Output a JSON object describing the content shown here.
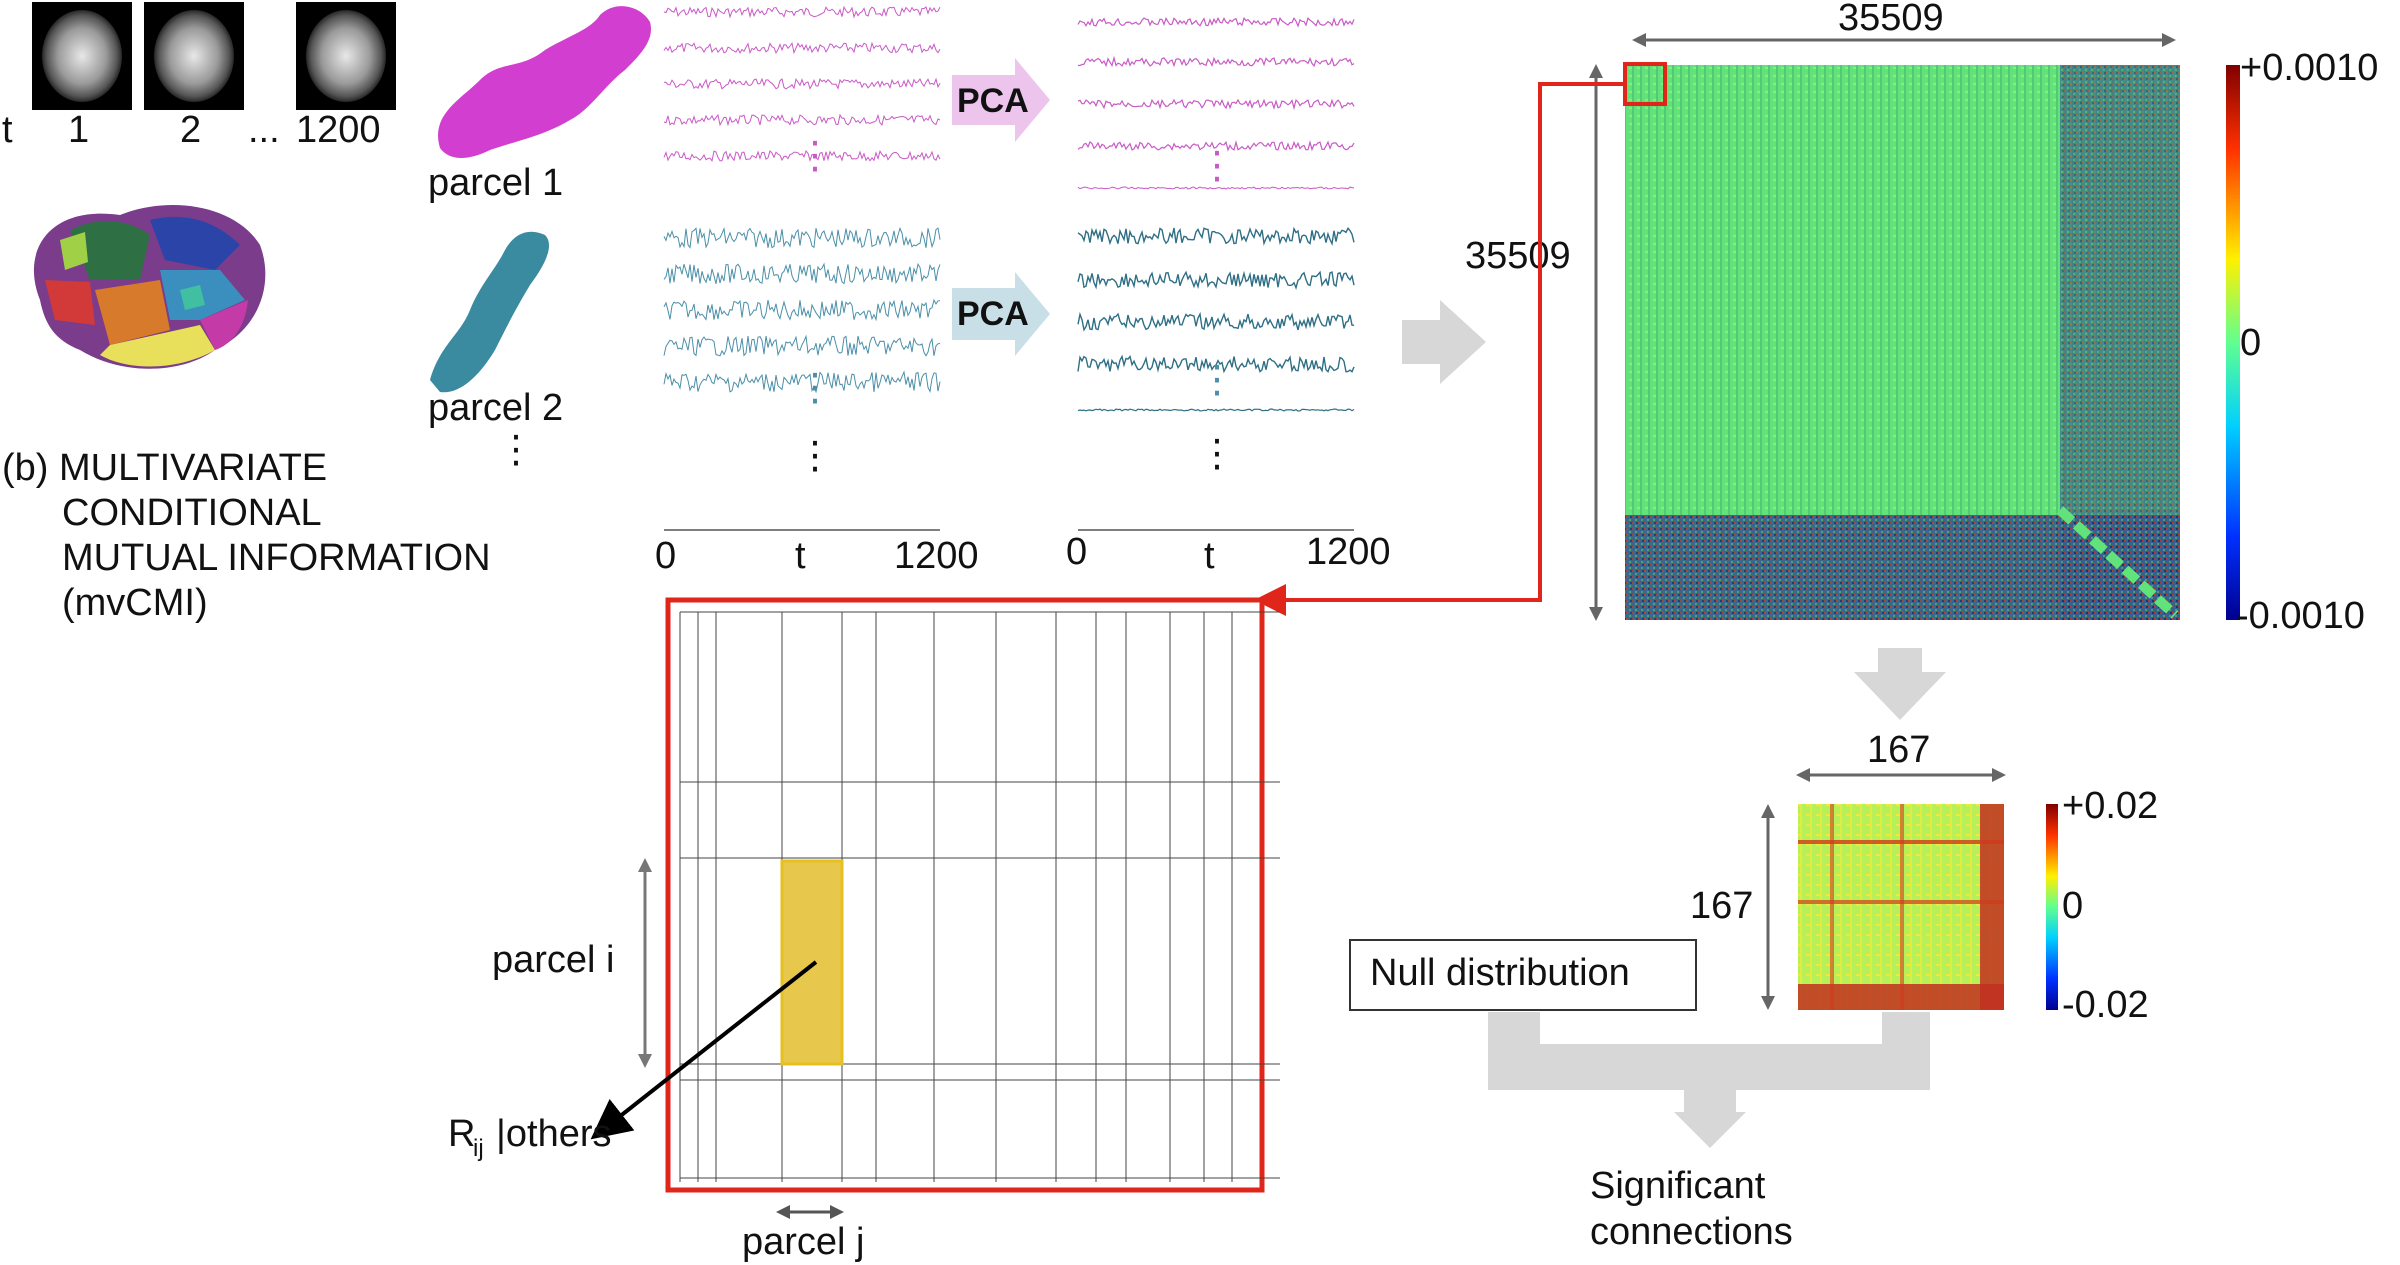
{
  "fmri": {
    "t_label": "t",
    "frame_labels": [
      "1",
      "2",
      "1200"
    ],
    "ellipsis": "..."
  },
  "parcels": {
    "parcel1_label": "parcel 1",
    "parcel2_label": "parcel 2",
    "ellipsis_vertical": "⋮"
  },
  "pca": {
    "label": "PCA"
  },
  "timeseries": {
    "left_axis": {
      "start": "0",
      "mid": "t",
      "end": "1200"
    },
    "right_axis": {
      "start": "0",
      "mid": "t",
      "end": "1200"
    }
  },
  "section_b": {
    "line1": "(b) MULTIVARIATE",
    "line2": "CONDITIONAL",
    "line3": "MUTUAL INFORMATION",
    "line4": "(mvCMI)"
  },
  "big_matrix": {
    "dim_top": "35509",
    "dim_left": "35509",
    "colorbar": {
      "max": "+0.0010",
      "mid": "0",
      "min": "-0.0010"
    }
  },
  "small_matrix": {
    "dim_top": "167",
    "dim_left": "167",
    "colorbar": {
      "max": "+0.02",
      "mid": "0",
      "min": "-0.02"
    }
  },
  "zoom_grid": {
    "parcel_i": "parcel i",
    "parcel_j": "parcel j",
    "rij_main": "R",
    "rij_sub": "ij",
    "rij_rest": "|others"
  },
  "stats": {
    "null_distribution": "Null distribution",
    "significant_line1": "Significant",
    "significant_line2": "connections"
  },
  "colors": {
    "parcel1": "#d23fd0",
    "parcel2": "#3a8aa0",
    "trace1": "#c85ac6",
    "trace2": "#4a8fa8",
    "pca1_arrow": "#ecc4ec",
    "pca2_arrow": "#c8dfe8",
    "highlight_red": "#e0251b",
    "cell_yellow": "#e8c84c",
    "flow_gray": "#d7d7d7"
  }
}
